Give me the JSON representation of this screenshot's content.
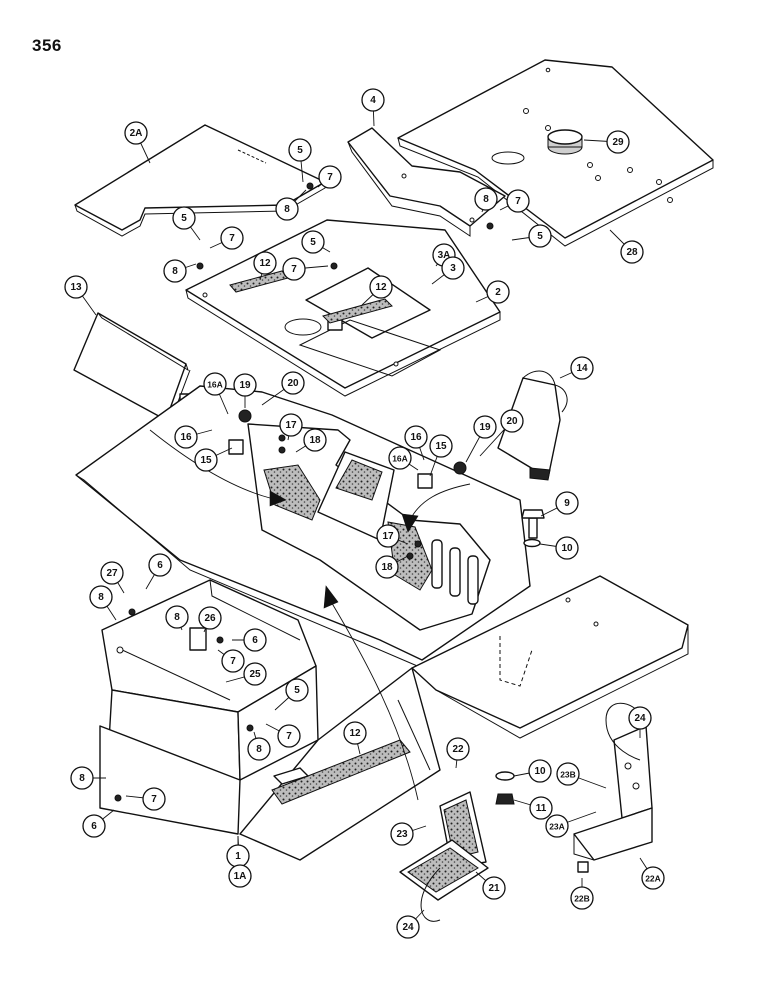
{
  "page": {
    "number": "356"
  },
  "callouts": [
    "1",
    "1A",
    "2",
    "2A",
    "3",
    "3A",
    "4",
    "5",
    "6",
    "7",
    "8",
    "9",
    "10",
    "11",
    "12",
    "13",
    "14",
    "15",
    "16",
    "16A",
    "17",
    "18",
    "19",
    "20",
    "21",
    "22",
    "22A",
    "22B",
    "23",
    "23A",
    "23B",
    "24",
    "25",
    "26",
    "27",
    "28",
    "29"
  ]
}
